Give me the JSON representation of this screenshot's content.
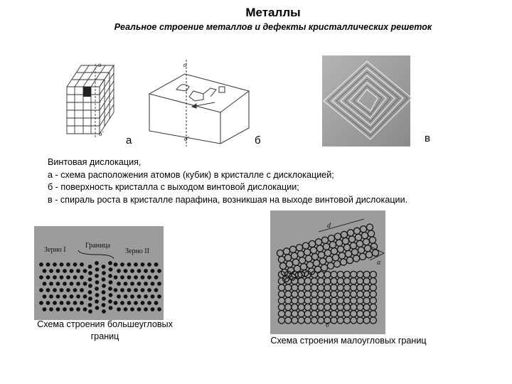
{
  "title": "Металлы",
  "subtitle": "Реальное строение металлов и дефекты кристаллических решеток",
  "figure_labels": {
    "a": "а",
    "b": "б",
    "v": "в"
  },
  "diagram_marks": {
    "o": "о",
    "o_prime": "о'",
    "zerno1": "Зерно I",
    "granica": "Граница",
    "zerno2": "Зерно II",
    "d": "d",
    "alpha": "α",
    "b": "б"
  },
  "description": {
    "line1": "Винтовая дислокация,",
    "line2": "а - схема расположения атомов (кубик) в кристалле с дисклокацией;",
    "line3": "б - поверхность кристалла с выходом винтовой дислокации;",
    "line4": "в - спираль роста в кристалле парафина, возникшая на выходе винтовой дислокации."
  },
  "captions": {
    "high_angle": "Схема строения большеугловых границ",
    "low_angle": "Схема строения малоугловых границ"
  },
  "colors": {
    "photo_gray": "#9c9c9c",
    "atom": "#111111"
  }
}
